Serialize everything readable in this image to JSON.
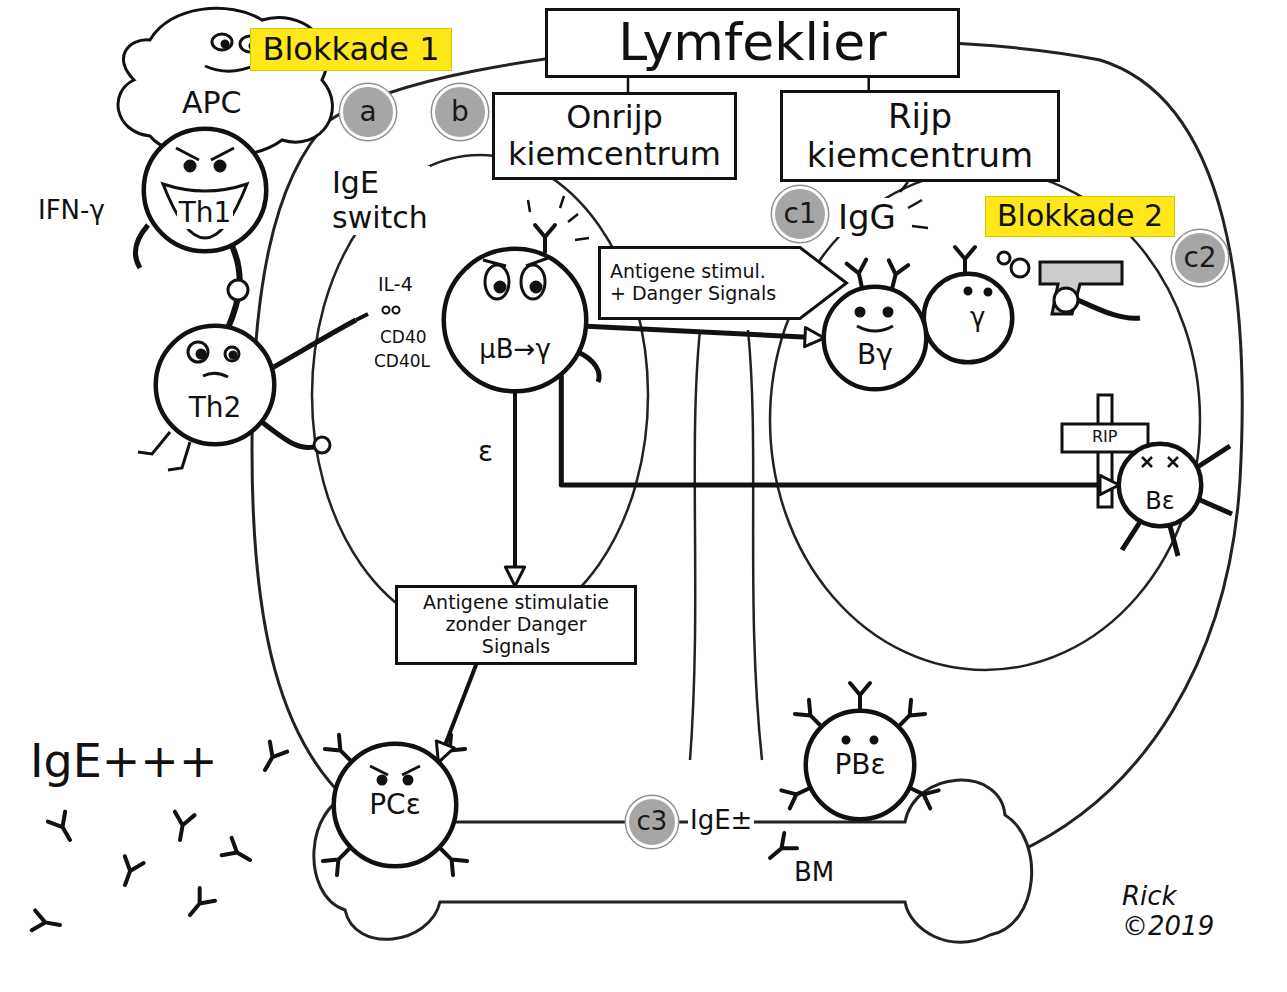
{
  "diagram": {
    "nodes": [
      {
        "text": [
          "Lymfeklier"
        ]
      },
      {
        "text": [
          "Blokkade 1"
        ]
      },
      {
        "text": [
          "APC"
        ]
      },
      {
        "text": [
          "a"
        ]
      },
      {
        "text": [
          "b"
        ]
      },
      {
        "text": [
          "Onrijp kiemcentrum"
        ]
      },
      {
        "text": [
          "Rijp kiemcentrum"
        ]
      },
      {
        "text": [
          "c1"
        ]
      },
      {
        "text": [
          "Blokkade 2"
        ]
      },
      {
        "text": [
          "c2"
        ]
      },
      {
        "text": [
          "Th1"
        ]
      },
      {
        "text": [
          "Th2"
        ]
      },
      {
        "text": [
          "μB→γ"
        ]
      },
      {
        "text": [
          "Antigene stimul. + Danger Signals"
        ]
      },
      {
        "text": [
          "Bγ"
        ]
      },
      {
        "text": [
          "γ"
        ]
      },
      {
        "text": [
          "Bε"
        ]
      },
      {
        "text": [
          "Antigene stimulatie zonder Danger Signals"
        ]
      },
      {
        "text": [
          "c3"
        ]
      },
      {
        "text": [
          "PCε"
        ]
      },
      {
        "text": [
          "PBε"
        ]
      }
    ],
    "edges": [
      {
        "from": 0,
        "to": 5,
        "arrow": "none"
      },
      {
        "from": 0,
        "to": 6,
        "arrow": "none"
      },
      {
        "from": 12,
        "to": 14,
        "arrow": "to"
      },
      {
        "from": 12,
        "to": 16,
        "arrow": "to"
      },
      {
        "from": 12,
        "to": 17,
        "arrow": "to"
      },
      {
        "from": 17,
        "to": 19,
        "arrow": "to"
      }
    ],
    "labels": [
      "IFN-γ",
      "IgE switch",
      "IL-4",
      "CD40",
      "CD40L",
      "ε",
      "IgG",
      "RIP",
      "IgE+++",
      "IgE±",
      "BM",
      "Rick ©2019"
    ]
  }
}
